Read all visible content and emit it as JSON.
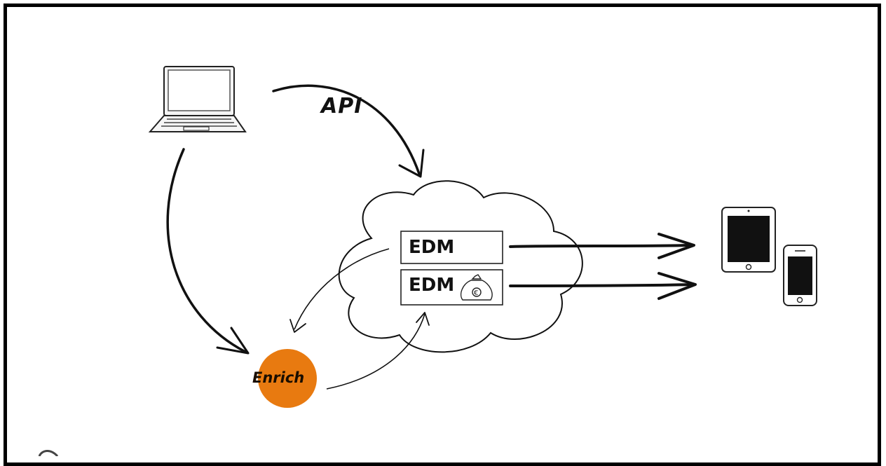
{
  "diagram": {
    "api_label": "API",
    "edm_box_1": "EDM",
    "edm_box_2": "EDM",
    "enrich_label": "Enrich"
  },
  "colors": {
    "frame": "#000000",
    "enrich_fill": "#e87a10",
    "screen": "#111111",
    "background": "#ffffff"
  },
  "icons": {
    "laptop": "laptop-icon",
    "cloud": "cloud-icon",
    "tablet": "tablet-icon",
    "phone": "phone-icon",
    "money_bag": "money-bag-euro-icon"
  }
}
